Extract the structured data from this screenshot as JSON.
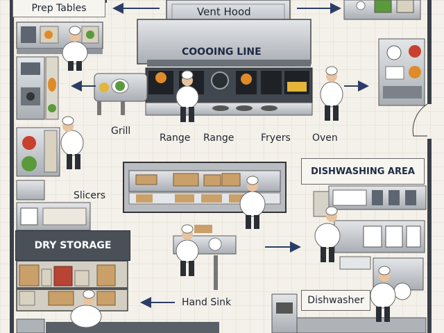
{
  "labels": {
    "prep_tables": "Prep Tables",
    "vent_hood": "Vent Hood",
    "cooking_line": "COOOING LINE",
    "grill": "Grill",
    "range_1": "Range",
    "range_2": "Range",
    "fryers": "Fryers",
    "oven": "Oven",
    "slicers": "Slicers",
    "dishwashing_area": "DISHWASHING AREA",
    "dry_storage": "DRY STORAGE",
    "hand_sink": "Hand Sink",
    "dishwasher": "Dishwasher"
  },
  "colors": {
    "floor": "#f2eee6",
    "wall": "#3a4048",
    "steel": "#c9cdd2",
    "food_orange": "#e08a2a",
    "food_green": "#5a9a3a",
    "food_red": "#c8402e",
    "box": "#c9a06a"
  },
  "icons": [
    "chef-figure",
    "flow-arrow",
    "burner",
    "frying-basket",
    "cutting-board",
    "sink",
    "storage-box"
  ]
}
